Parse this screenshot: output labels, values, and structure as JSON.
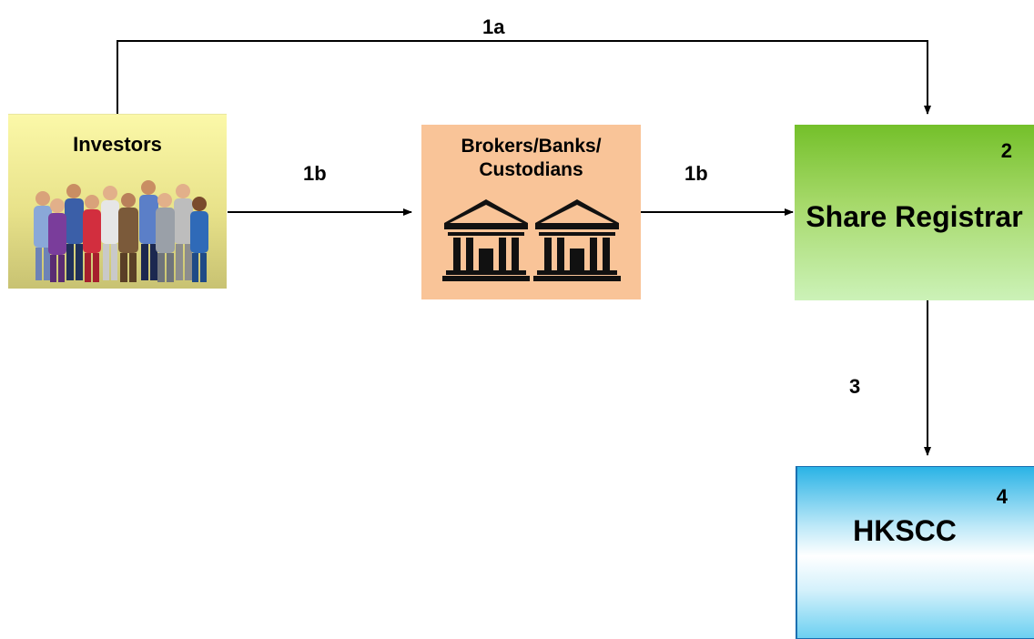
{
  "nodes": {
    "investors": {
      "title": "Investors"
    },
    "brokers": {
      "title": "Brokers/Banks/ Custodians"
    },
    "registrar": {
      "number": "2",
      "title": "Share Registrar"
    },
    "hkscc": {
      "number": "4",
      "title": "HKSCC"
    }
  },
  "flows": {
    "f1a": "1a",
    "f1b_left": "1b",
    "f1b_right": "1b",
    "f3": "3"
  },
  "colors": {
    "investors_fill": "#fbf8a8",
    "brokers_fill": "#f9c498",
    "registrar_fill": "#a6d96a",
    "hkscc_fill": "#6cd0f1",
    "arrow": "#000000"
  },
  "icons": {
    "investors": "group-of-people-icon",
    "brokers": "bank-building-icon"
  }
}
